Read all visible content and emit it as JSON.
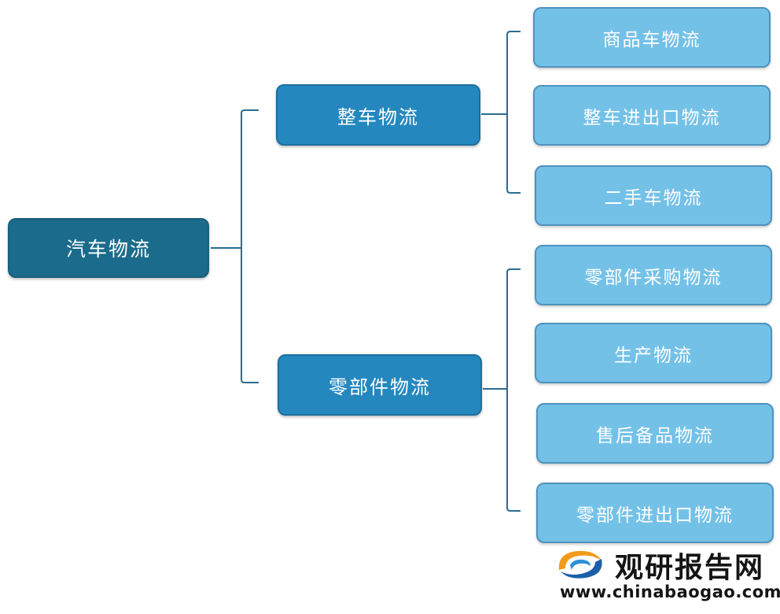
{
  "root": {
    "label": "汽车物流"
  },
  "branches": [
    {
      "label": "整车物流",
      "children": [
        "商品车物流",
        "整车进出口物流",
        "二手车物流"
      ]
    },
    {
      "label": "零部件物流",
      "children": [
        "零部件采购物流",
        "生产物流",
        "售后备品物流",
        "零部件进出口物流"
      ]
    }
  ],
  "watermark": {
    "name": "观研报告网",
    "url": "www.chinabaogao.com"
  },
  "colors": {
    "root": "#1a6b8c",
    "branch": "#2488bf",
    "leaf": "#74c1e8",
    "connector": "#2a6d92"
  }
}
